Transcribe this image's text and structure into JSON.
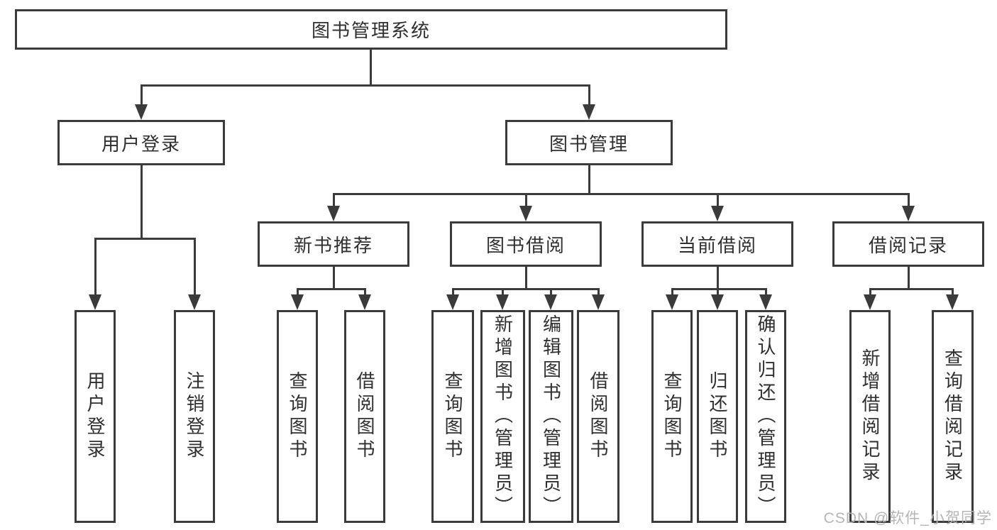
{
  "diagram": {
    "root": {
      "label": "图书管理系统"
    },
    "level2": [
      {
        "id": "user-login",
        "label": "用户登录"
      },
      {
        "id": "book-management",
        "label": "图书管理"
      }
    ],
    "level3": [
      {
        "id": "new-book-recommend",
        "label": "新书推荐"
      },
      {
        "id": "book-borrow",
        "label": "图书借阅"
      },
      {
        "id": "current-borrow",
        "label": "当前借阅"
      },
      {
        "id": "borrow-records",
        "label": "借阅记录"
      }
    ],
    "leaves": [
      {
        "parent": "用户登录",
        "label": "用户登录"
      },
      {
        "parent": "用户登录",
        "label": "注销登录"
      },
      {
        "parent": "新书推荐",
        "label": "查询图书"
      },
      {
        "parent": "新书推荐",
        "label": "借阅图书"
      },
      {
        "parent": "图书借阅",
        "label": "查询图书"
      },
      {
        "parent": "图书借阅",
        "label": "新增图书（管理员）"
      },
      {
        "parent": "图书借阅",
        "label": "编辑图书（管理员）"
      },
      {
        "parent": "图书借阅",
        "label": "借阅图书"
      },
      {
        "parent": "当前借阅",
        "label": "查询图书"
      },
      {
        "parent": "当前借阅",
        "label": "归还图书"
      },
      {
        "parent": "当前借阅",
        "label": "确认归还（管理员）"
      },
      {
        "parent": "借阅记录",
        "label": "新增借阅记录"
      },
      {
        "parent": "借阅记录",
        "label": "查询借阅记录"
      }
    ]
  },
  "watermark": {
    "text": "CSDN @软件_小贺同学"
  },
  "colors": {
    "line": "#3b3b3b",
    "text": "#2f2f2f",
    "background": "#ffffff",
    "watermark": "#b5b5b5"
  }
}
